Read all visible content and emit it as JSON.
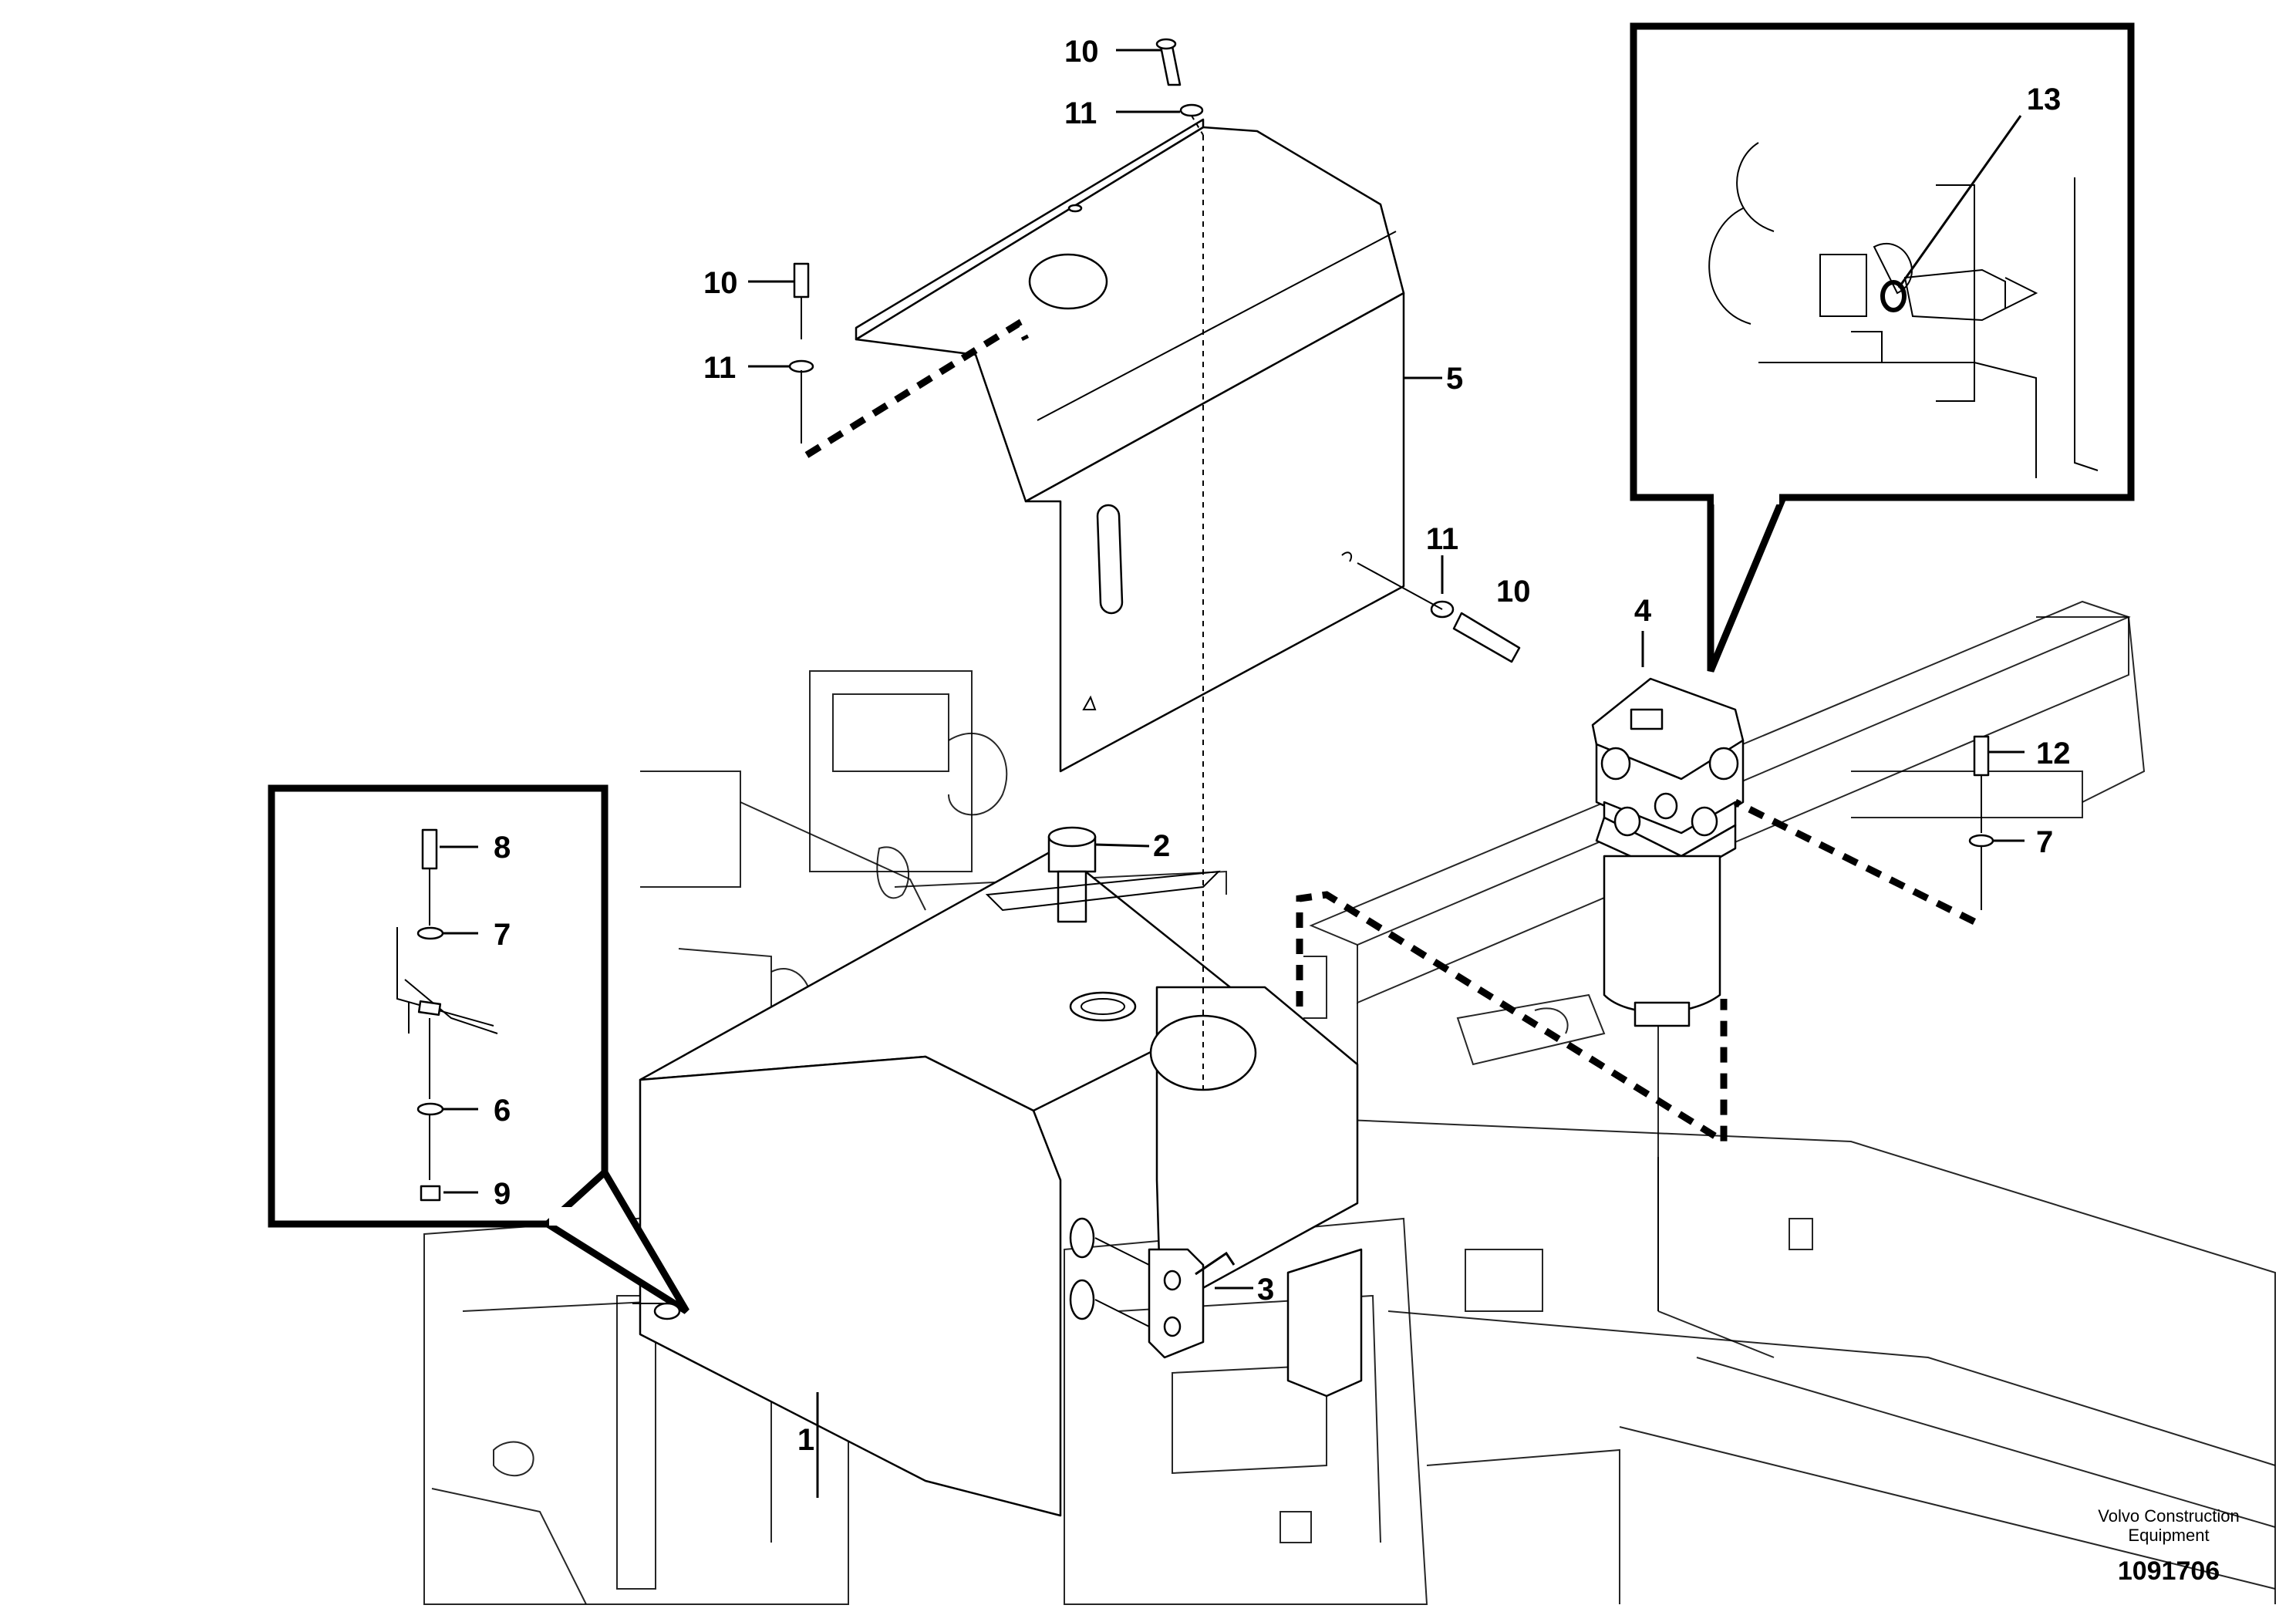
{
  "callouts": {
    "c1": "1",
    "c2": "2",
    "c3": "3",
    "c4": "4",
    "c5": "5",
    "c6": "6",
    "c7": "7",
    "c8": "8",
    "c9": "9",
    "c10": "10",
    "c11": "11",
    "c12": "12",
    "c13": "13"
  },
  "footer": {
    "brand_line1": "Volvo Construction",
    "brand_line2": "Equipment",
    "doc_number": "1091706"
  }
}
